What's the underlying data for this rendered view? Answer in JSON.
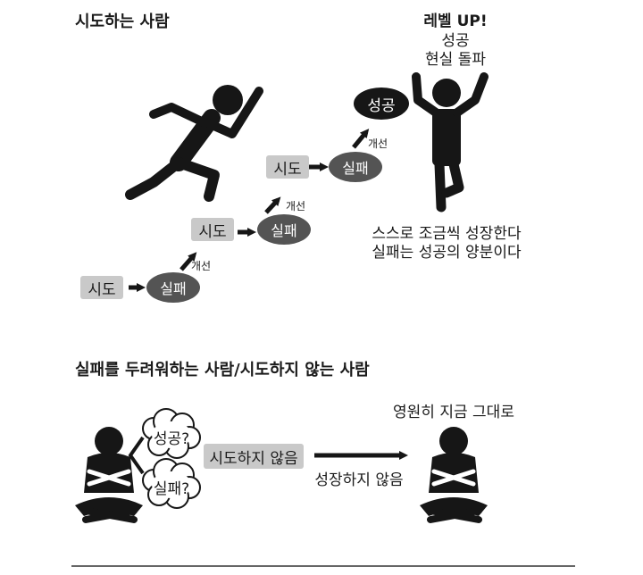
{
  "top": {
    "title": "시도하는 사람",
    "steps": [
      {
        "try_label": "시도",
        "fail_label": "실패",
        "improve_label": "개선"
      },
      {
        "try_label": "시도",
        "fail_label": "실패",
        "improve_label": "개선"
      },
      {
        "try_label": "시도",
        "fail_label": "실패",
        "improve_label": "개선"
      }
    ],
    "success_label": "성공",
    "levelup": {
      "title": "레벨 UP!",
      "line1": "성공",
      "line2": "현실 돌파"
    },
    "caption": {
      "line1": "스스로 조금씩 성장한다",
      "line2": "실패는 성공의 양분이다"
    }
  },
  "bottom": {
    "title": "실패를 두려워하는 사람/시도하지 않는 사람",
    "thought_success": "성공?",
    "thought_fail": "실패?",
    "no_try_label": "시도하지 않음",
    "no_growth_label": "성장하지 않음",
    "forever_label": "영원히 지금 그대로"
  },
  "colors": {
    "black": "#161616",
    "dark_gray": "#545454",
    "light_gray": "#c9c9c9",
    "white": "#ffffff"
  }
}
